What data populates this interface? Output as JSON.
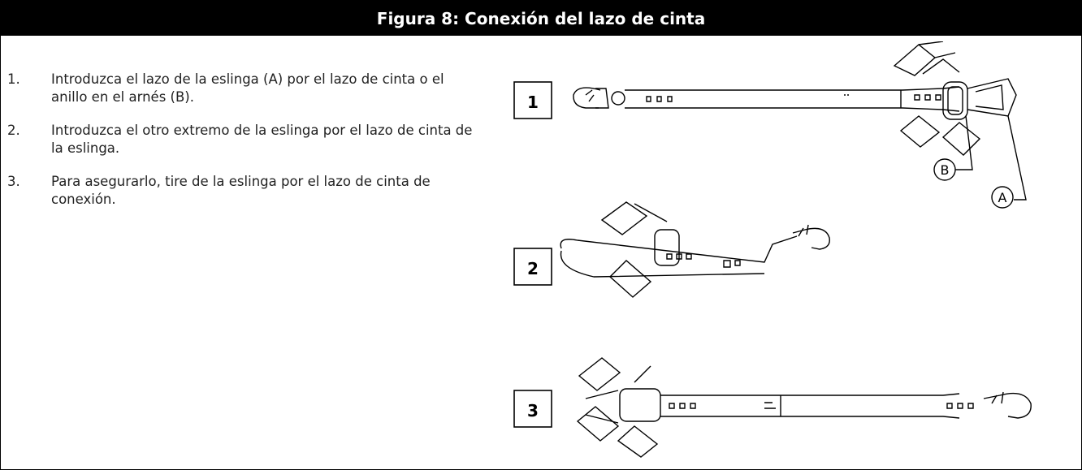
{
  "title": "Figura 8: Conexión del lazo de cinta",
  "steps": [
    {
      "number": "1.",
      "text": "Introduzca el lazo de la eslinga (A) por el lazo de cinta o el anillo en el arnés (B)."
    },
    {
      "number": "2.",
      "text": "Introduzca el otro extremo de la eslinga por el lazo de cinta de la eslinga."
    },
    {
      "number": "3.",
      "text": "Para asegurarlo, tire de la eslinga por el lazo de cinta de conexión."
    }
  ],
  "figure": {
    "step_labels": [
      "1",
      "2",
      "3"
    ],
    "callouts": {
      "a": "A",
      "b": "B"
    }
  }
}
